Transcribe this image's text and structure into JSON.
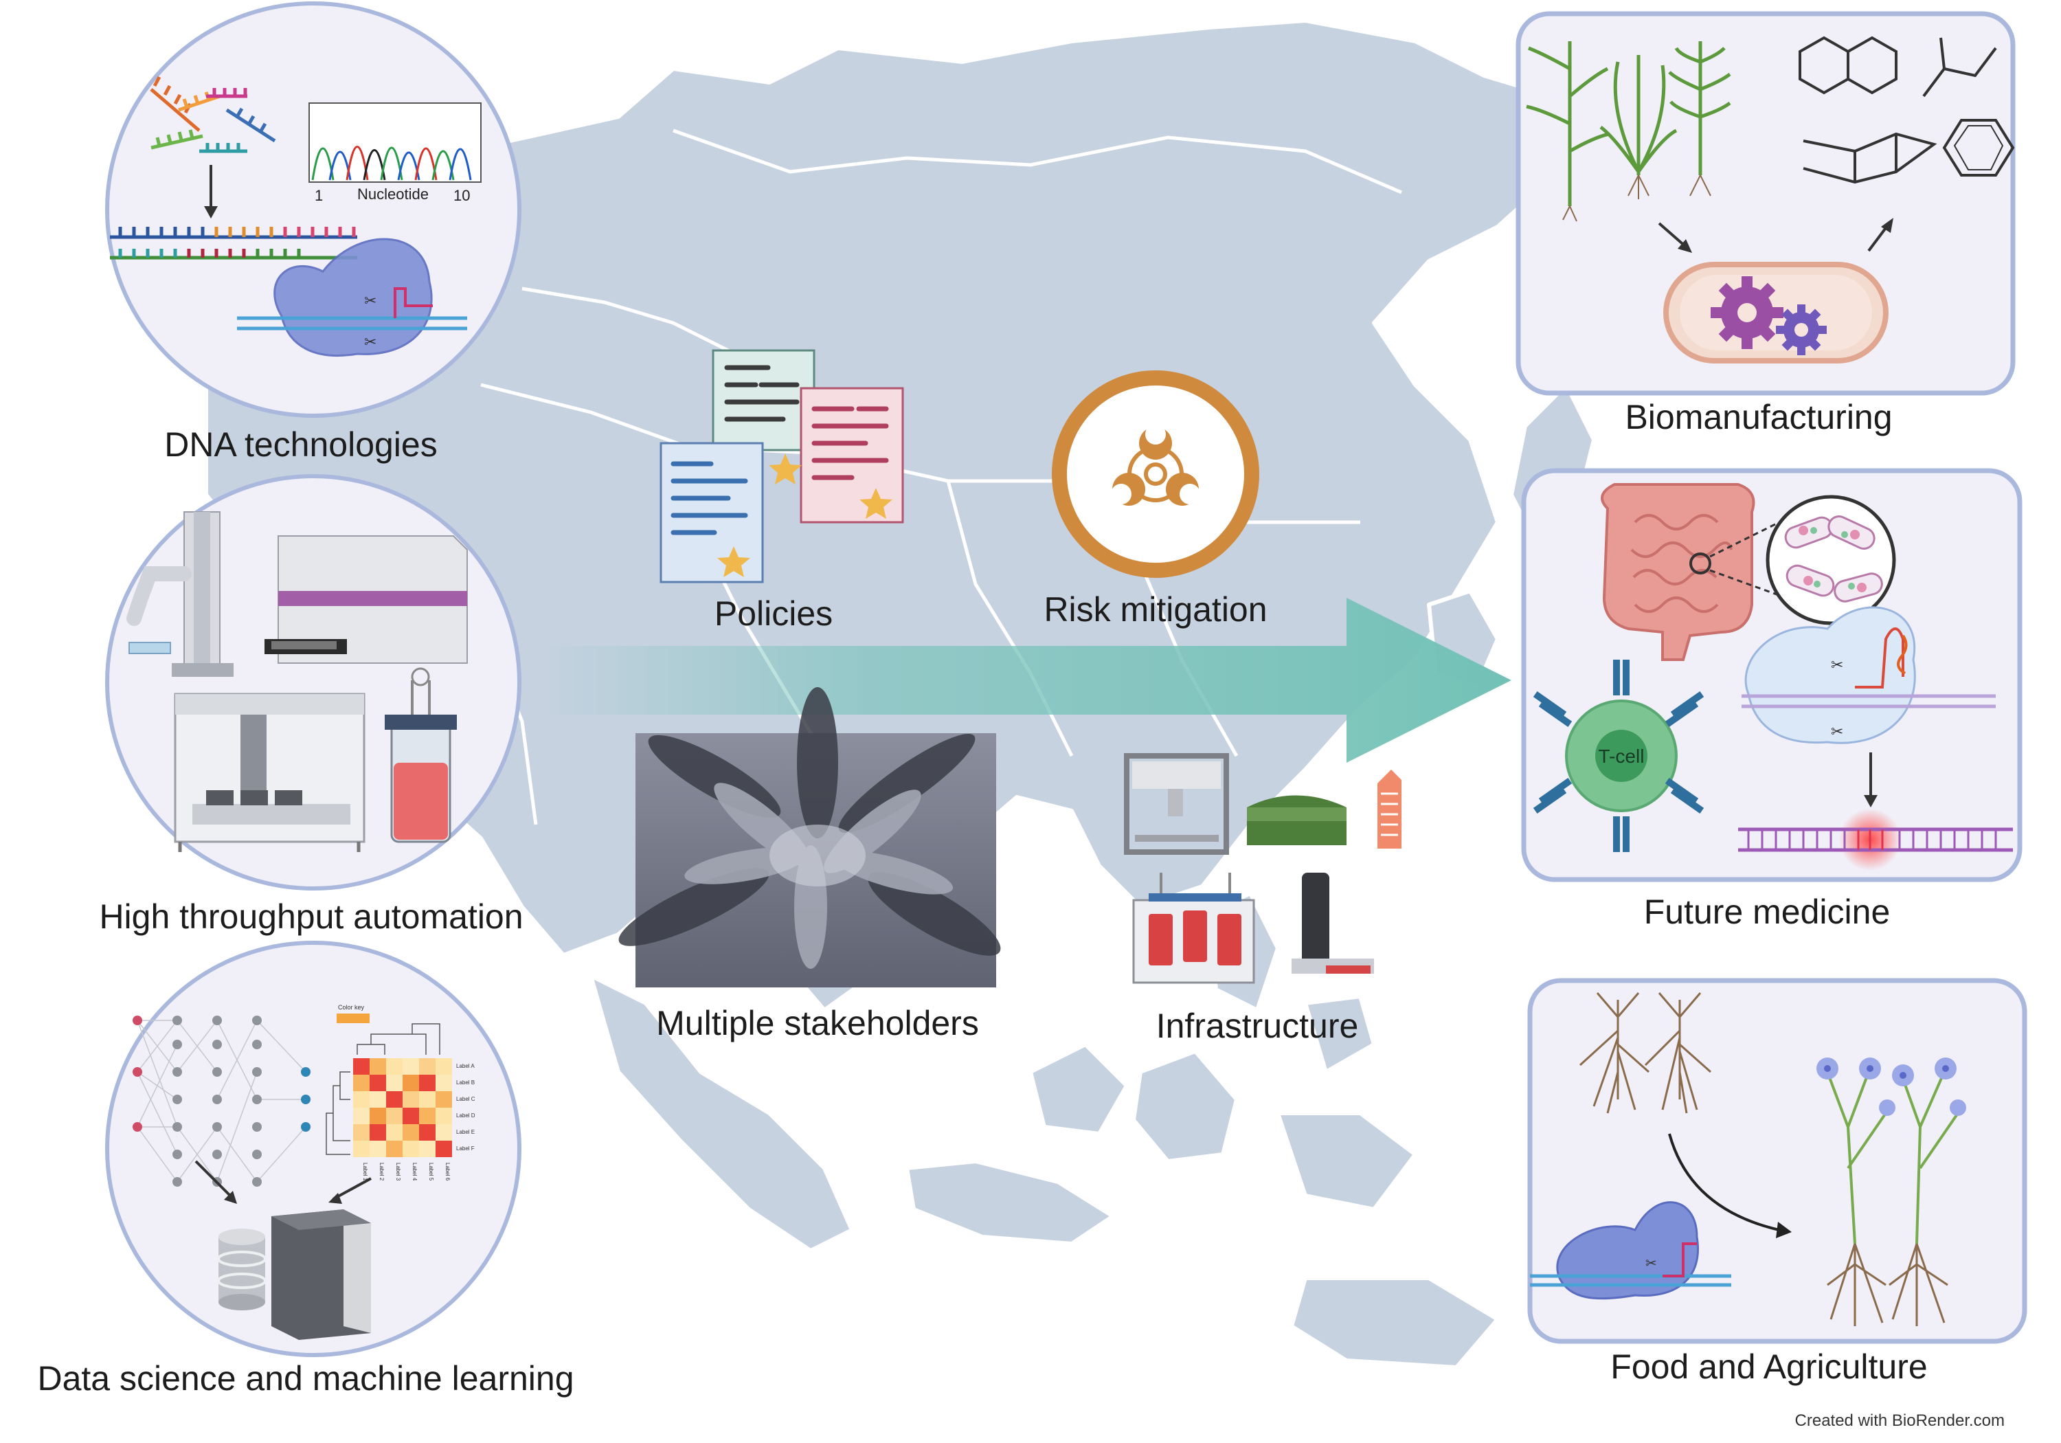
{
  "left_column": [
    {
      "id": "dna",
      "label": "DNA technologies"
    },
    {
      "id": "automation",
      "label": "High throughput automation"
    },
    {
      "id": "datasci",
      "label": "Data science and machine learning"
    }
  ],
  "chromatogram": {
    "start": "1",
    "axis_label": "Nucleotide",
    "end": "10"
  },
  "heatmap": {
    "color_key": "Color key",
    "row_labels": [
      "Label A",
      "Label B",
      "Label C",
      "Label D",
      "Label E",
      "Label F"
    ],
    "col_labels": [
      "Label 1",
      "Label 2",
      "Label 3",
      "Label 4",
      "Label 5",
      "Label 6"
    ]
  },
  "center": {
    "policies": "Policies",
    "risk": "Risk mitigation",
    "stakeholders": "Multiple stakeholders",
    "infrastructure": "Infrastructure"
  },
  "right_column": [
    {
      "id": "biomanufacturing",
      "label": "Biomanufacturing"
    },
    {
      "id": "medicine",
      "label": "Future medicine"
    },
    {
      "id": "agriculture",
      "label": "Food and Agriculture"
    }
  ],
  "tcell_label": "T-cell",
  "credit": "Created with BioRender.com",
  "icons": [
    "dna-strands-icon",
    "chromatogram-icon",
    "crispr-cas9-icon",
    "robot-arm-icon",
    "plate-reader-icon",
    "liquid-handler-icon",
    "bioreactor-icon",
    "neural-network-icon",
    "heatmap-icon",
    "database-icon",
    "server-icon",
    "policy-document-icon",
    "biohazard-icon",
    "hands-photo",
    "3d-printer-icon",
    "tank-icon",
    "building-icon",
    "plant-icon",
    "molecule-icon",
    "bacterium-icon",
    "gear-icon",
    "intestine-icon",
    "t-cell-icon",
    "flower-icon",
    "roots-icon"
  ],
  "colors": {
    "map": "#c7d2e1",
    "arrow": "#74c2b8",
    "panel_border": "#a9b8dc",
    "panel_fill": "#f1eff7",
    "biohazard": "#cf8a3e"
  }
}
